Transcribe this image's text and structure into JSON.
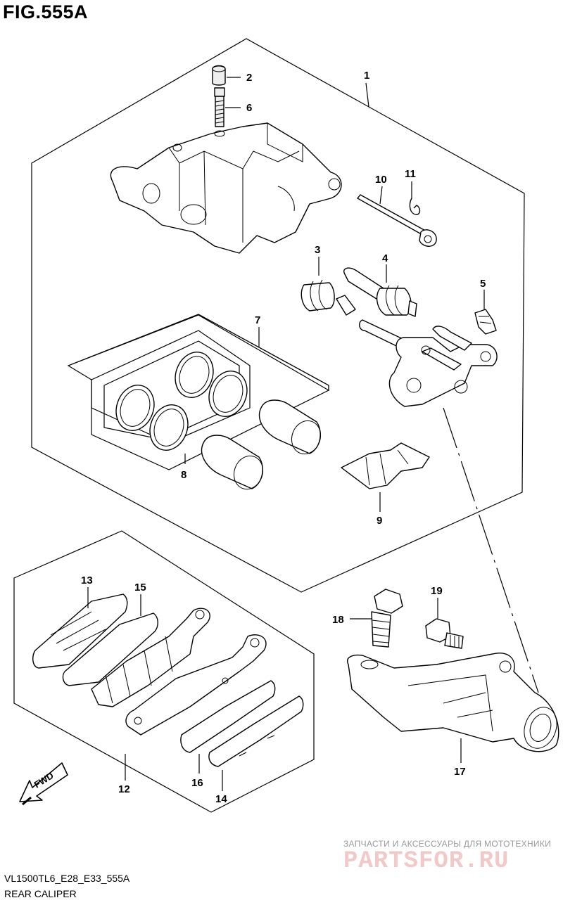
{
  "figure": {
    "title": "FIG.555A",
    "model_code": "VL1500TL6_E28_E33_555A",
    "caption": "REAR CALIPER"
  },
  "fwd_arrow": {
    "label": "FWD",
    "icon": "forward-arrow-icon"
  },
  "callouts": [
    {
      "id": "c1",
      "label": "1"
    },
    {
      "id": "c2",
      "label": "2"
    },
    {
      "id": "c3",
      "label": "3"
    },
    {
      "id": "c4",
      "label": "4"
    },
    {
      "id": "c5",
      "label": "5"
    },
    {
      "id": "c6",
      "label": "6"
    },
    {
      "id": "c7",
      "label": "7"
    },
    {
      "id": "c8",
      "label": "8"
    },
    {
      "id": "c9",
      "label": "9"
    },
    {
      "id": "c10",
      "label": "10"
    },
    {
      "id": "c11",
      "label": "11"
    },
    {
      "id": "c12",
      "label": "12"
    },
    {
      "id": "c13",
      "label": "13"
    },
    {
      "id": "c14",
      "label": "14"
    },
    {
      "id": "c15",
      "label": "15"
    },
    {
      "id": "c16",
      "label": "16"
    },
    {
      "id": "c17",
      "label": "17"
    },
    {
      "id": "c18",
      "label": "18"
    },
    {
      "id": "c19",
      "label": "19"
    }
  ],
  "watermark": {
    "tagline": "ЗАПЧАСТИ И АКСЕССУАРЫ ДЛЯ МОТОТЕХНИКИ",
    "brand": "PARTSFOR.RU",
    "brand_color": "#f1c9c9"
  }
}
